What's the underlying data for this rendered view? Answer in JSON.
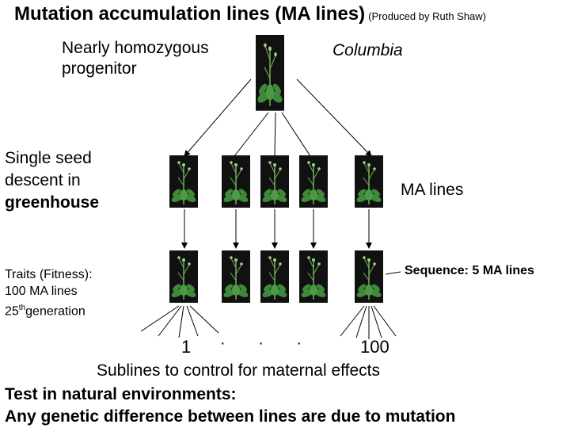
{
  "title": {
    "main": "Mutation accumulation lines (MA lines)",
    "credit": "(Produced by Ruth Shaw)"
  },
  "labels": {
    "progenitor": "Nearly homozygous progenitor",
    "columbia": "Columbia",
    "ssd_line1": "Single seed",
    "ssd_line2": "descent in",
    "ssd_line3": "greenhouse",
    "ma_lines": "MA lines",
    "sequence": "Sequence: 5 MA lines",
    "traits_line1": "Traits (Fitness):",
    "traits_line2": "100 MA lines",
    "traits_gen_num": "25",
    "traits_gen_sup": "th",
    "traits_gen_word": "generation",
    "subline_first": "1",
    "subline_dots": "· · ·",
    "subline_last": "100",
    "sublines": "Sublines to control for maternal effects",
    "test": "Test in natural environments:",
    "genetic": "Any genetic difference between lines are due to mutation"
  },
  "colors": {
    "plant_bg": "#111111",
    "plant_leaf": "#3f8a3a",
    "plant_stem": "#6fae5a",
    "line": "#000000"
  },
  "icons": {
    "plant": "arabidopsis-plant-photo"
  }
}
